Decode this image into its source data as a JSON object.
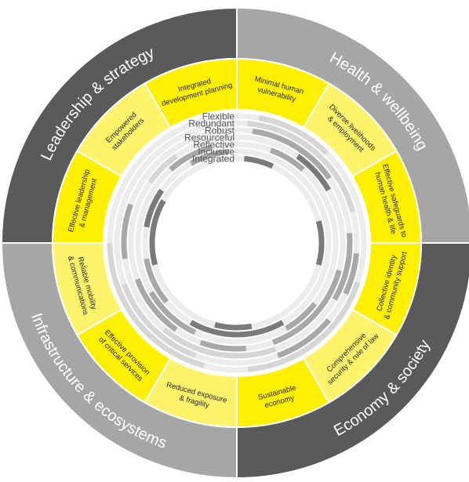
{
  "dimensions": [
    {
      "id": "leadership",
      "label": "Leadership & strategy",
      "color": "#5a5a5a"
    },
    {
      "id": "health",
      "label": "Health & wellbeing",
      "color": "#a6a6a6"
    },
    {
      "id": "economy",
      "label": "Economy & society",
      "color": "#5a5a5a"
    },
    {
      "id": "infrastructure",
      "label": "Infrastructure & ecosystems",
      "color": "#a6a6a6"
    }
  ],
  "goals": [
    {
      "lines": [
        "Integrated",
        "development planning"
      ],
      "color": "#ffef00"
    },
    {
      "lines": [
        "Minimal human",
        "vulnerability"
      ],
      "color": "#ffef00"
    },
    {
      "lines": [
        "Diverse livelihoods",
        "& employment"
      ],
      "color": "#fff36b"
    },
    {
      "lines": [
        "Effective safeguards to",
        "human health & life"
      ],
      "color": "#ffef00"
    },
    {
      "lines": [
        "Collective identity",
        "& community support"
      ],
      "color": "#ffef00"
    },
    {
      "lines": [
        "Comprehensive",
        "security & rule of law"
      ],
      "color": "#fff36b"
    },
    {
      "lines": [
        "Sustainable",
        "economy"
      ],
      "color": "#ffef00"
    },
    {
      "lines": [
        "Reduced exposure",
        "& fragility"
      ],
      "color": "#fff36b"
    },
    {
      "lines": [
        "Effective provision",
        "of critical services"
      ],
      "color": "#ffef00"
    },
    {
      "lines": [
        "Reliable mobility",
        "& communications"
      ],
      "color": "#fff36b"
    },
    {
      "lines": [
        "Effective leadership",
        "& management"
      ],
      "color": "#ffef00"
    },
    {
      "lines": [
        "Empowered",
        "stakeholders"
      ],
      "color": "#fff36b"
    }
  ],
  "qualities": [
    "Flexible",
    "Redundant",
    "Robust",
    "Resourceful",
    "Reflective",
    "Inclusive",
    "Integrated"
  ],
  "colors": {
    "track": "#ececec",
    "dark": "#7a7a7a",
    "medium": "#a8a8a8",
    "light": "#d6d6d6",
    "divider": "#ffffff"
  },
  "quality_arcs": [
    {
      "ring": 0,
      "arcs": [
        {
          "start": 10,
          "end": 45,
          "shade": "light"
        },
        {
          "start": 108,
          "end": 175,
          "shade": "light"
        },
        {
          "start": 195,
          "end": 270,
          "shade": "light"
        }
      ]
    },
    {
      "ring": 1,
      "arcs": [
        {
          "start": 5,
          "end": 75,
          "shade": "light"
        },
        {
          "start": 95,
          "end": 115,
          "shade": "medium"
        },
        {
          "start": 130,
          "end": 160,
          "shade": "medium"
        },
        {
          "start": 200,
          "end": 250,
          "shade": "light"
        }
      ]
    },
    {
      "ring": 2,
      "arcs": [
        {
          "start": 8,
          "end": 55,
          "shade": "medium"
        },
        {
          "start": 85,
          "end": 120,
          "shade": "medium"
        },
        {
          "start": 160,
          "end": 220,
          "shade": "light"
        },
        {
          "start": 262,
          "end": 290,
          "shade": "medium"
        }
      ]
    },
    {
      "ring": 3,
      "arcs": [
        {
          "start": 35,
          "end": 60,
          "shade": "dark"
        },
        {
          "start": 105,
          "end": 160,
          "shade": "medium"
        },
        {
          "start": 175,
          "end": 200,
          "shade": "medium"
        },
        {
          "start": 215,
          "end": 250,
          "shade": "medium"
        },
        {
          "start": 305,
          "end": 325,
          "shade": "light"
        }
      ]
    },
    {
      "ring": 4,
      "arcs": [
        {
          "start": 20,
          "end": 42,
          "shade": "medium"
        },
        {
          "start": 128,
          "end": 150,
          "shade": "medium"
        },
        {
          "start": 205,
          "end": 240,
          "shade": "medium"
        },
        {
          "start": 318,
          "end": 345,
          "shade": "medium"
        }
      ]
    },
    {
      "ring": 5,
      "arcs": [
        {
          "start": 150,
          "end": 210,
          "shade": "dark"
        },
        {
          "start": 230,
          "end": 260,
          "shade": "medium"
        },
        {
          "start": 280,
          "end": 305,
          "shade": "dark"
        },
        {
          "start": 330,
          "end": 355,
          "shade": "medium"
        }
      ]
    },
    {
      "ring": 6,
      "arcs": [
        {
          "start": 5,
          "end": 25,
          "shade": "dark"
        },
        {
          "start": 75,
          "end": 105,
          "shade": "dark"
        },
        {
          "start": 170,
          "end": 195,
          "shade": "dark"
        },
        {
          "start": 255,
          "end": 300,
          "shade": "dark"
        }
      ]
    }
  ]
}
